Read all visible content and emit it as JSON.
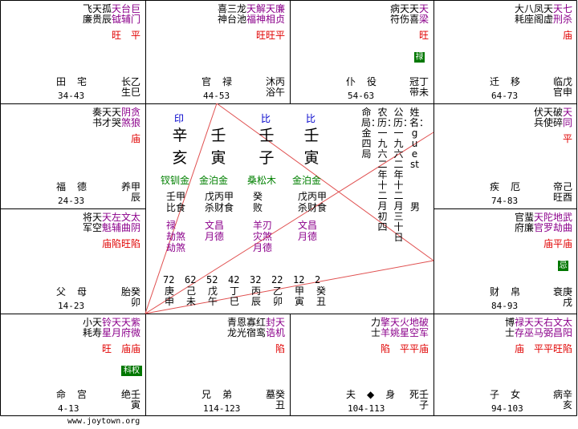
{
  "palaces": [
    {
      "key": "p0",
      "cols": [
        {
          "t": "飞廉",
          "c": "black"
        },
        {
          "t": "天贵",
          "c": "black"
        },
        {
          "t": "孤辰",
          "c": "black"
        },
        {
          "t": "天钺",
          "c": "purple"
        },
        {
          "t": "台辅",
          "c": "purple"
        },
        {
          "t": "巨门",
          "c": "purple"
        }
      ],
      "marks": [
        "",
        "",
        "",
        "旺",
        "",
        "平"
      ],
      "name": "田 宅",
      "range": "34-43",
      "branch": "长乙",
      "branch2": "生巳",
      "badge": ""
    },
    {
      "key": "p1",
      "cols": [
        {
          "t": "喜神",
          "c": "black"
        },
        {
          "t": "三台",
          "c": "black"
        },
        {
          "t": "龙池",
          "c": "black"
        },
        {
          "t": "天福",
          "c": "purple"
        },
        {
          "t": "解神",
          "c": "purple"
        },
        {
          "t": "天相",
          "c": "purple"
        },
        {
          "t": "廉贞",
          "c": "purple"
        }
      ],
      "marks": [
        "",
        "",
        "",
        "",
        "旺",
        "旺",
        "平"
      ],
      "name": "官 禄",
      "range": "44-53",
      "branch": "沐丙",
      "branch2": "浴午",
      "badge": ""
    },
    {
      "key": "p2",
      "cols": [
        {
          "t": "病符",
          "c": "black"
        },
        {
          "t": "天伤",
          "c": "black"
        },
        {
          "t": "天喜",
          "c": "black"
        },
        {
          "t": "天梁",
          "c": "purple"
        }
      ],
      "marks": [
        "",
        "",
        "",
        "旺"
      ],
      "name": "仆 役",
      "range": "54-63",
      "branch": "冠丁",
      "branch2": "带未",
      "badge": "禄"
    },
    {
      "key": "p3",
      "cols": [
        {
          "t": "大耗",
          "c": "black"
        },
        {
          "t": "八座",
          "c": "black"
        },
        {
          "t": "凤阁",
          "c": "black"
        },
        {
          "t": "天虚",
          "c": "black"
        },
        {
          "t": "天刑",
          "c": "purple"
        },
        {
          "t": "七杀",
          "c": "purple"
        }
      ],
      "marks": [
        "",
        "",
        "",
        "",
        "",
        "庙"
      ],
      "name": "迁 移",
      "range": "64-73",
      "branch": "临戊",
      "branch2": "官申",
      "badge": ""
    },
    {
      "key": "p4",
      "cols": [
        {
          "t": "伏兵",
          "c": "black"
        },
        {
          "t": "天使",
          "c": "black"
        },
        {
          "t": "破碎",
          "c": "black"
        },
        {
          "t": "天同",
          "c": "purple"
        }
      ],
      "marks": [
        "",
        "",
        "",
        "平"
      ],
      "name": "疾 厄",
      "range": "74-83",
      "branch": "帝己",
      "branch2": "旺酉",
      "badge": ""
    },
    {
      "key": "p5",
      "cols": [
        {
          "t": "官府",
          "c": "black"
        },
        {
          "t": "蜚廉",
          "c": "black"
        },
        {
          "t": "天官",
          "c": "purple"
        },
        {
          "t": "陀罗",
          "c": "purple"
        },
        {
          "t": "地劫",
          "c": "purple"
        },
        {
          "t": "武曲",
          "c": "purple"
        }
      ],
      "marks": [
        "",
        "",
        "",
        "庙",
        "平",
        "庙"
      ],
      "name": "财 帛",
      "range": "84-93",
      "branch": "衰庚",
      "branch2": "戌",
      "badge": "忌"
    },
    {
      "key": "p6",
      "cols": [
        {
          "t": "博士",
          "c": "black"
        },
        {
          "t": "禄存",
          "c": "purple"
        },
        {
          "t": "天巫",
          "c": "purple"
        },
        {
          "t": "天马",
          "c": "purple"
        },
        {
          "t": "右弼",
          "c": "purple"
        },
        {
          "t": "文昌",
          "c": "purple"
        },
        {
          "t": "太阳",
          "c": "purple"
        }
      ],
      "marks": [
        "",
        "庙",
        "",
        "平",
        "平",
        "旺",
        "陷"
      ],
      "name": "子 女",
      "range": "94-103",
      "branch": "病辛",
      "branch2": "亥",
      "badge": ""
    },
    {
      "key": "p7",
      "cols": [
        {
          "t": "力士",
          "c": "black"
        },
        {
          "t": "擎羊",
          "c": "purple"
        },
        {
          "t": "天姚",
          "c": "purple"
        },
        {
          "t": "火星",
          "c": "purple"
        },
        {
          "t": "地空",
          "c": "purple"
        },
        {
          "t": "破军",
          "c": "purple"
        }
      ],
      "marks": [
        "",
        "陷",
        "",
        "平",
        "平",
        "庙"
      ],
      "name": "夫◆身",
      "range": "104-113",
      "branch": "死壬",
      "branch2": "子",
      "badge": ""
    },
    {
      "key": "p8",
      "cols": [
        {
          "t": "青龙",
          "c": "black"
        },
        {
          "t": "恩光",
          "c": "black"
        },
        {
          "t": "寡宿",
          "c": "black"
        },
        {
          "t": "红鸾",
          "c": "black"
        },
        {
          "t": "封诰",
          "c": "purple"
        },
        {
          "t": "天机",
          "c": "purple"
        }
      ],
      "marks": [
        "",
        "",
        "",
        "",
        "",
        "陷"
      ],
      "name": "兄 弟",
      "range": "114-123",
      "branch": "墓癸",
      "branch2": "丑",
      "badge": ""
    },
    {
      "key": "p9",
      "cols": [
        {
          "t": "小耗",
          "c": "black"
        },
        {
          "t": "天寿",
          "c": "black"
        },
        {
          "t": "铃星",
          "c": "purple"
        },
        {
          "t": "天月",
          "c": "purple"
        },
        {
          "t": "天府",
          "c": "purple"
        },
        {
          "t": "紫微",
          "c": "purple"
        }
      ],
      "marks": [
        "",
        "",
        "旺",
        "",
        "庙",
        "庙"
      ],
      "name": "命 宫",
      "range": "4-13",
      "branch": "绝壬",
      "branch2": "寅",
      "badge": "科权"
    },
    {
      "key": "p10",
      "cols": [
        {
          "t": "将军",
          "c": "black"
        },
        {
          "t": "天空",
          "c": "black"
        },
        {
          "t": "天魁",
          "c": "purple"
        },
        {
          "t": "左辅",
          "c": "purple"
        },
        {
          "t": "文曲",
          "c": "purple"
        },
        {
          "t": "太阴",
          "c": "purple"
        }
      ],
      "marks": [
        "",
        "",
        "庙",
        "陷",
        "旺",
        "陷"
      ],
      "name": "父 母",
      "range": "14-23",
      "branch": "胎癸",
      "branch2": "卯",
      "badge": ""
    },
    {
      "key": "p11",
      "cols": [
        {
          "t": "奏书",
          "c": "black"
        },
        {
          "t": "天才",
          "c": "black"
        },
        {
          "t": "天哭",
          "c": "black"
        },
        {
          "t": "阴煞",
          "c": "purple"
        },
        {
          "t": "贪狼",
          "c": "purple"
        }
      ],
      "marks": [
        "",
        "",
        "",
        "",
        "庙"
      ],
      "name": "福 德",
      "range": "24-33",
      "branch": "养甲",
      "branch2": "辰",
      "badge": ""
    }
  ],
  "center": {
    "tops": [
      "印",
      "",
      "比",
      "比"
    ],
    "stems": [
      "辛",
      "壬",
      "壬",
      "壬"
    ],
    "branches": [
      "亥",
      "寅",
      "子",
      "寅"
    ],
    "nayin": [
      "钗钏金",
      "金泊金",
      "桑松木",
      "金泊金"
    ],
    "hidden": [
      "壬甲\n比食",
      "戊丙甲\n杀财食",
      "癸\n败",
      "戊丙甲\n杀财食"
    ],
    "shensha": [
      "禄\n劫煞\n劫煞",
      "文昌\n月德",
      "羊刃\n灾煞\n月德",
      "文昌\n月德"
    ],
    "daxian_ages": [
      "72",
      "62",
      "52",
      "42",
      "32",
      "22",
      "12",
      "2"
    ],
    "daxian_stems": [
      "庚",
      "己",
      "戊",
      "丁",
      "丙",
      "乙",
      "甲",
      "癸"
    ],
    "daxian_branches": [
      "申",
      "未",
      "午",
      "巳",
      "辰",
      "卯",
      "寅",
      "丑"
    ],
    "info_cols": [
      "姓名：guest",
      "公历：一九六二年十二月三十日",
      "农历：一九六二年十二月初四",
      "命局：金四局"
    ],
    "gender": "男"
  },
  "footer": "www.joytown.org"
}
